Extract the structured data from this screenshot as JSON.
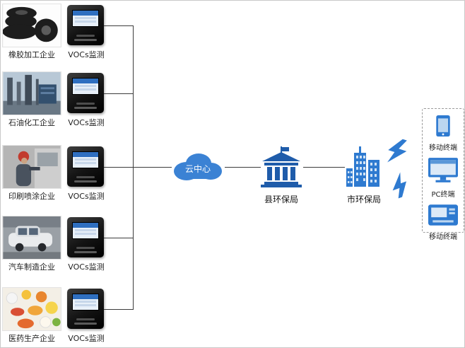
{
  "enterprises": [
    {
      "label": "橡胶加工企业",
      "device_label": "VOCs监测"
    },
    {
      "label": "石油化工企业",
      "device_label": "VOCs监测"
    },
    {
      "label": "印刷喷涂企业",
      "device_label": "VOCs监测"
    },
    {
      "label": "汽车制造企业",
      "device_label": "VOCs监测"
    },
    {
      "label": "医药生产企业",
      "device_label": "VOCs监测"
    }
  ],
  "cloud": {
    "label": "云中心"
  },
  "county_bureau": {
    "label": "县环保局"
  },
  "city_bureau": {
    "label": "市环保局"
  },
  "terminals": [
    {
      "label": "移动终端"
    },
    {
      "label": "PC终端"
    },
    {
      "label": "移动终端"
    }
  ],
  "colors": {
    "icon_blue": "#2e7ad0",
    "cloud_blue": "#3b82d4",
    "bank_blue": "#1f5caa",
    "line_color": "#3c3c3c"
  }
}
